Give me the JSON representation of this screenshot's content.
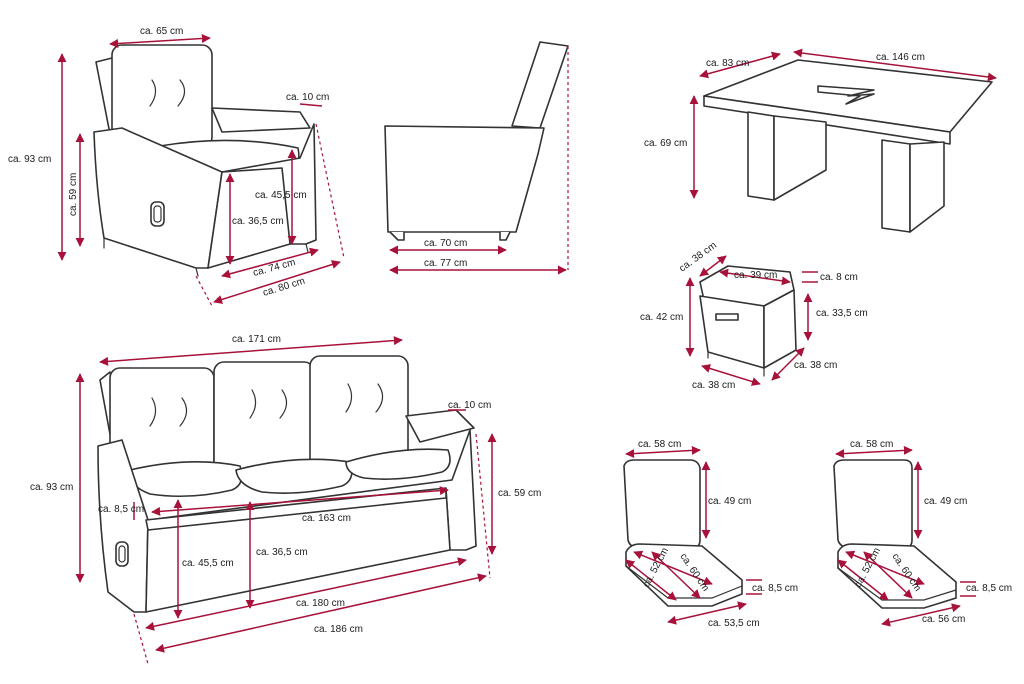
{
  "colors": {
    "dimension": "#a8123a",
    "outline": "#333333",
    "background": "#ffffff"
  },
  "dims": {
    "chair_width": "ca. 65 cm",
    "chair_height": "ca. 93 cm",
    "chair_arm_height": "ca. 59 cm",
    "chair_arm_width": "ca. 10 cm",
    "chair_seat_height": "ca. 45,5 cm",
    "chair_inner_height": "ca. 36,5 cm",
    "chair_depth_74": "ca. 74 cm",
    "chair_depth_80": "ca. 80 cm",
    "side_70": "ca. 70 cm",
    "side_77": "ca. 77 cm",
    "table_width": "ca. 83 cm",
    "table_length": "ca. 146 cm",
    "table_height": "ca. 69 cm",
    "stool_top_38": "ca. 38 cm",
    "stool_cushion_39": "ca. 39 cm",
    "stool_cushion_8": "ca. 8 cm",
    "stool_height_42": "ca. 42 cm",
    "stool_side_33": "ca. 33,5 cm",
    "stool_bottom_left": "ca. 38 cm",
    "stool_bottom_right": "ca. 38 cm",
    "sofa_width_171": "ca. 171 cm",
    "sofa_arm_10": "ca. 10 cm",
    "sofa_height_93": "ca. 93 cm",
    "sofa_arm_59": "ca. 59 cm",
    "sofa_cushion_85": "ca. 8,5 cm",
    "sofa_seat_163": "ca. 163 cm",
    "sofa_seat_455": "ca. 45,5 cm",
    "sofa_inner_365": "ca. 36,5 cm",
    "sofa_depth_180": "ca. 180 cm",
    "sofa_depth_186": "ca. 186 cm",
    "cush1_width": "ca. 58 cm",
    "cush1_back": "ca. 49 cm",
    "cush1_diag_60": "ca. 60 cm",
    "cush1_diag_52": "ca. 52 cm",
    "cush1_thick": "ca. 8,5 cm",
    "cush1_bottom": "ca. 53,5 cm",
    "cush2_width": "ca. 58 cm",
    "cush2_back": "ca. 49 cm",
    "cush2_diag_60": "ca. 60 cm",
    "cush2_diag_52": "ca. 52 cm",
    "cush2_thick": "ca. 8,5 cm",
    "cush2_bottom": "ca. 56 cm"
  }
}
